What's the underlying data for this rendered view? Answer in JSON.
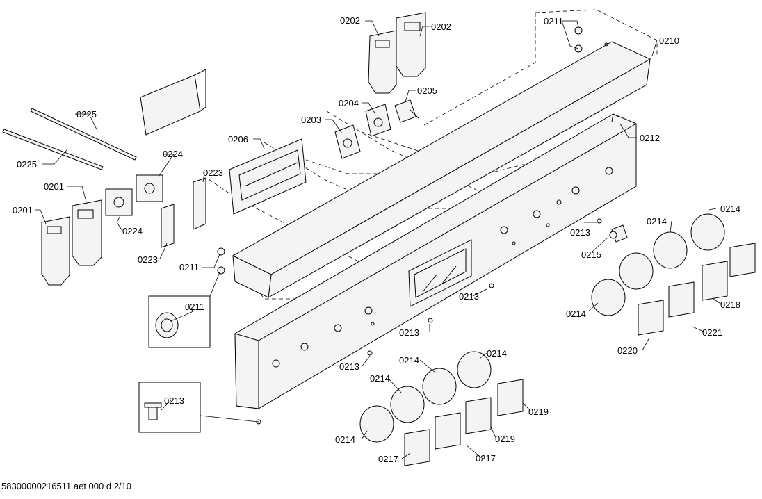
{
  "footer_code": "58300000216511 aet 000 d 2/10",
  "callouts": {
    "c0202a": "0202",
    "c0202b": "0202",
    "c0211top": "0211",
    "c0210": "0210",
    "c0205": "0205",
    "c0204": "0204",
    "c0203": "0203",
    "c0206": "0206",
    "c0212": "0212",
    "c0225a": "0225",
    "c0225b": "0225",
    "c0224a": "0224",
    "c0224b": "0224",
    "c0223a": "0223",
    "c0223b": "0223",
    "c0201a": "0201",
    "c0201b": "0201",
    "c0211mid": "0211",
    "c0211inset": "0211",
    "c0213a": "0213",
    "c0213b": "0213",
    "c0213c": "0213",
    "c0213d": "0213",
    "c0213inset": "0213",
    "c0215": "0215",
    "c0214a": "0214",
    "c0214b": "0214",
    "c0214c": "0214",
    "c0214d": "0214",
    "c0214e": "0214",
    "c0214f": "0214",
    "c0218": "0218",
    "c0221": "0221",
    "c0220": "0220",
    "c0219a": "0219",
    "c0219b": "0219",
    "c0217a": "0217",
    "c0217b": "0217"
  }
}
